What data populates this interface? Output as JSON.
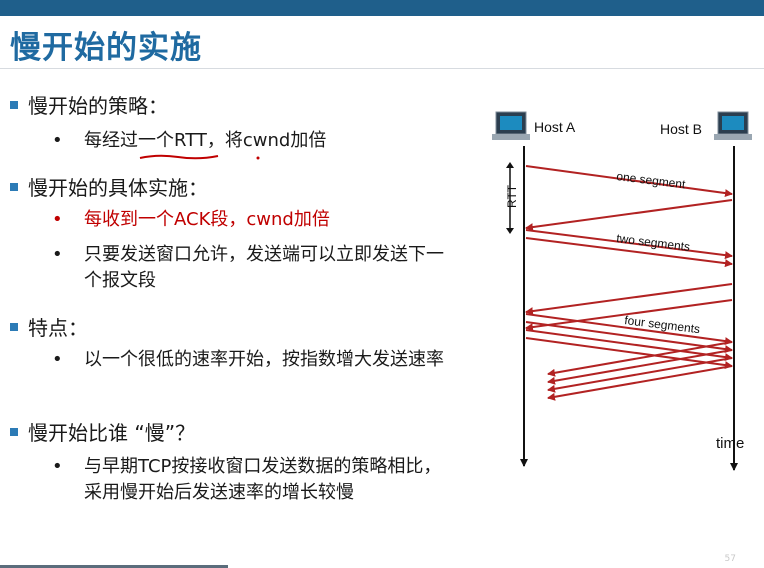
{
  "slide": {
    "title": "慢开始的实施",
    "page_number": "57"
  },
  "bullets": [
    {
      "text": "慢开始的策略：",
      "subs": [
        {
          "text": "每经过一个RTT，将cwnd加倍",
          "color": "#1a1a1a"
        }
      ]
    },
    {
      "text": "慢开始的具体实施：",
      "subs": [
        {
          "text": "每收到一个ACK段，cwnd加倍",
          "color": "#c00000"
        },
        {
          "text": "只要发送窗口允许，发送端可以立即发送下一个报文段",
          "color": "#1a1a1a"
        }
      ]
    },
    {
      "text": "特点：",
      "subs": [
        {
          "text": "以一个很低的速率开始，按指数增大发送速率",
          "color": "#1a1a1a"
        }
      ]
    },
    {
      "text": "慢开始比谁 “慢”？",
      "subs": [
        {
          "text": "与早期TCP按接收窗口发送数据的策略相比，采用慢开始后发送速率的增长较慢",
          "color": "#1a1a1a"
        }
      ]
    }
  ],
  "diagram": {
    "host_a_label": "Host A",
    "host_b_label": "Host B",
    "rtt_label": "RTT",
    "time_label": "time",
    "one_segment_label": "one segment",
    "two_segments_label": "two segments",
    "four_segments_label": "four segments",
    "arrow_color": "#b22222",
    "segments_per_round": [
      1,
      2,
      4
    ]
  },
  "colors": {
    "title": "#1f6aa1",
    "bullet_square": "#2c7bb6",
    "top_bar": "#1f5f8b"
  }
}
